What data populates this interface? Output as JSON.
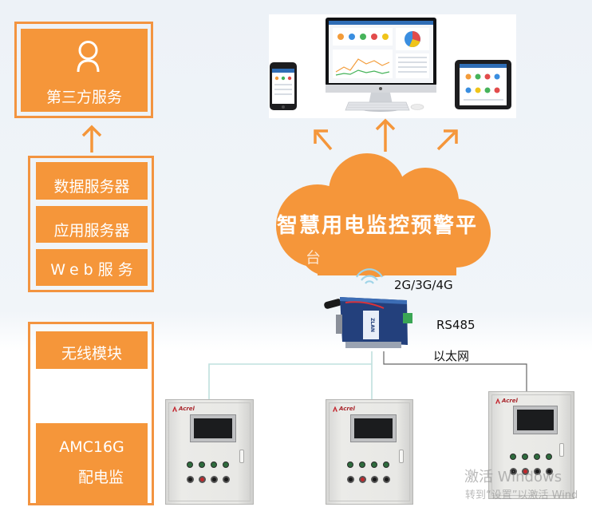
{
  "colors": {
    "accent_orange": "#f5963a",
    "frame_orange": "#f39440",
    "background_top": "#edf2f7",
    "link_light": "#bfe0de",
    "link_dark": "#666666",
    "gateway_body": "#23407c",
    "signal_blue": "#9fd4e8"
  },
  "icons": {
    "third_party": "user-icon",
    "terminals": [
      "smartphone-icon",
      "desktop-monitor-icon",
      "tablet-icon"
    ],
    "link": "wifi-signal-icon"
  },
  "cloud_services": {
    "third_party": {
      "label": "第三方服务"
    },
    "servers": [
      {
        "label": "数据服务器"
      },
      {
        "label": "应用服务器"
      },
      {
        "label": "Web服务"
      }
    ]
  },
  "field_devices": {
    "wireless_module": "无线模块",
    "meter": {
      "model": "AMC16G",
      "name": "配电监"
    }
  },
  "platform": {
    "title": "智慧用电监控预警平",
    "title_wrap": "台"
  },
  "gateway": {
    "brand": "ZLAN",
    "network": "2G/3G/4G",
    "bus": "RS485",
    "ethernet": "以太网"
  },
  "cabinets": [
    {
      "brand": "Acrel"
    },
    {
      "brand": "Acrel"
    },
    {
      "brand": "Acrel"
    }
  ],
  "watermark": {
    "title": "激活 Windows",
    "hint": "转到“设置”以激活 Wind"
  }
}
